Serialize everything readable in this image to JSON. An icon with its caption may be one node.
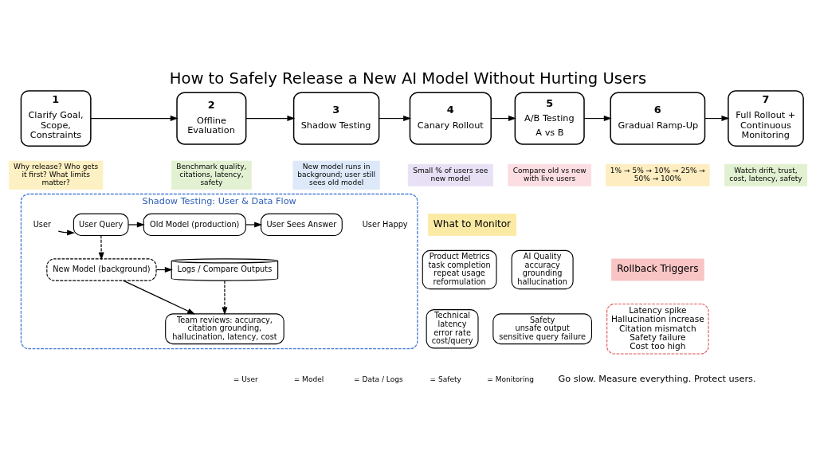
{
  "diagram": {
    "title": "How to Safely Release a New AI Model Without Hurting Users",
    "nodes": [
      {
        "text": [
          "1",
          "Clarify Goal, Scope, Constraints"
        ]
      },
      {
        "text": [
          "Why release? Who gets it first? What limits matter?"
        ]
      },
      {
        "text": [
          "2",
          "Offline Evaluation"
        ]
      },
      {
        "text": [
          "Benchmark quality, citations, latency, safety"
        ]
      },
      {
        "text": [
          "3",
          "Shadow Testing"
        ]
      },
      {
        "text": [
          "New model runs in background; user still sees old model"
        ]
      },
      {
        "text": [
          "4",
          "Canary Rollout"
        ]
      },
      {
        "text": [
          "Small % of users see new model"
        ]
      },
      {
        "text": [
          "5",
          "A/B Testing",
          "A vs B"
        ]
      },
      {
        "text": [
          "Compare old vs new with live users"
        ]
      },
      {
        "text": [
          "6",
          "Gradual Ramp-Up"
        ]
      },
      {
        "text": [
          "1% → 5% → 10% → 25% → 50% → 100%"
        ]
      },
      {
        "text": [
          "7",
          "Full Rollout + Continuous Monitoring"
        ]
      },
      {
        "text": [
          "Watch drift, trust, cost, latency, safety"
        ]
      },
      {
        "text": [
          "Shadow Testing: User & Data Flow"
        ]
      },
      {
        "text": [
          "User"
        ],
        "in": 14
      },
      {
        "text": [
          "User Query"
        ],
        "in": 14
      },
      {
        "text": [
          "Old Model (production)"
        ],
        "in": 14
      },
      {
        "text": [
          "User Sees Answer"
        ],
        "in": 14
      },
      {
        "text": [
          "User Happy"
        ],
        "in": 14
      },
      {
        "text": [
          "New Model (background)"
        ],
        "in": 14
      },
      {
        "text": [
          "Logs / Compare Outputs"
        ],
        "in": 14
      },
      {
        "text": [
          "Team reviews: accuracy, citation grounding, hallucination, latency, cost"
        ],
        "in": 14
      },
      {
        "text": [
          "What to Monitor"
        ]
      },
      {
        "text": [
          "Product Metrics",
          "task completion",
          "repeat usage",
          "reformulation"
        ]
      },
      {
        "text": [
          "AI Quality",
          "accuracy",
          "grounding",
          "hallucination"
        ]
      },
      {
        "text": [
          "Technical",
          "latency",
          "error rate",
          "cost/query"
        ]
      },
      {
        "text": [
          "Safety",
          "unsafe output",
          "sensitive query failure"
        ]
      },
      {
        "text": [
          "Rollback Triggers"
        ]
      },
      {
        "text": [
          "Latency spike",
          "Hallucination increase",
          "Citation mismatch",
          "Safety failure",
          "Cost too high"
        ]
      }
    ],
    "edges": [
      {
        "from": 0,
        "to": 2,
        "arrow": "to"
      },
      {
        "from": 2,
        "to": 4,
        "arrow": "to"
      },
      {
        "from": 4,
        "to": 6,
        "arrow": "to"
      },
      {
        "from": 6,
        "to": 8,
        "arrow": "to"
      },
      {
        "from": 8,
        "to": 10,
        "arrow": "to"
      },
      {
        "from": 10,
        "to": 12,
        "arrow": "to"
      },
      {
        "from": 15,
        "to": 16,
        "arrow": "to"
      },
      {
        "from": 16,
        "to": 17,
        "arrow": "to"
      },
      {
        "from": 17,
        "to": 18,
        "arrow": "to"
      },
      {
        "from": 16,
        "to": 20,
        "arrow": "to",
        "style": "dashed"
      },
      {
        "from": 20,
        "to": 21,
        "arrow": "to"
      },
      {
        "from": 20,
        "to": 22,
        "arrow": "to"
      },
      {
        "from": 21,
        "to": 22,
        "arrow": "to",
        "style": "dashed"
      }
    ],
    "labels": [
      "Go slow. Measure everything. Protect users."
    ],
    "legend": [
      {
        "text": "= User"
      },
      {
        "text": "= Model"
      },
      {
        "text": "= Data / Logs"
      },
      {
        "text": "= Safety"
      },
      {
        "text": "= Monitoring"
      }
    ]
  }
}
